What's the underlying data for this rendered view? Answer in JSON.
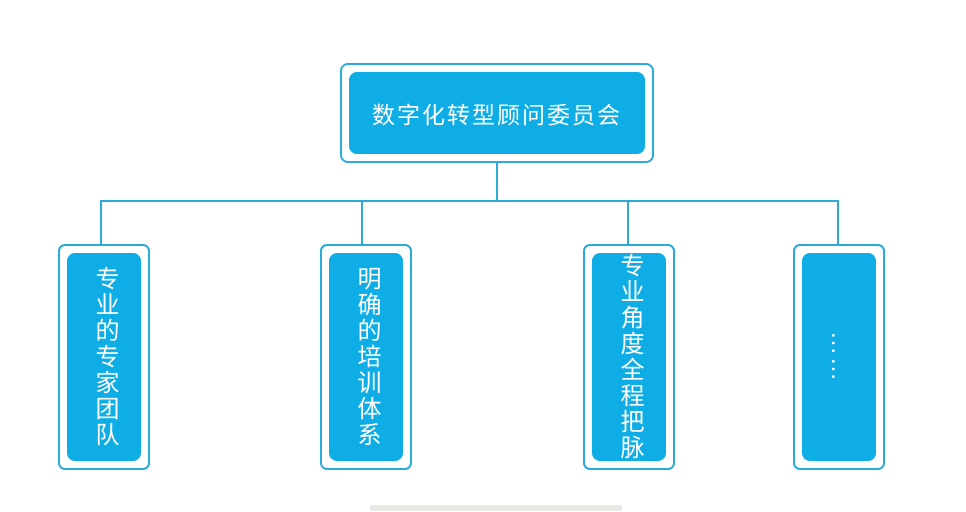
{
  "diagram": {
    "root": {
      "label": "数字化转型顾问委员会"
    },
    "children": [
      {
        "label": "专业的专家团队"
      },
      {
        "label": "明确的培训体系"
      },
      {
        "label": "专业角度全程把脉"
      },
      {
        "label": "……"
      }
    ]
  },
  "colors": {
    "box_fill": "#0EADE5",
    "box_border": "#2BA9DB",
    "connector": "#2FA9D8",
    "text": "#FFFFFF",
    "background": "#FFFFFF"
  }
}
